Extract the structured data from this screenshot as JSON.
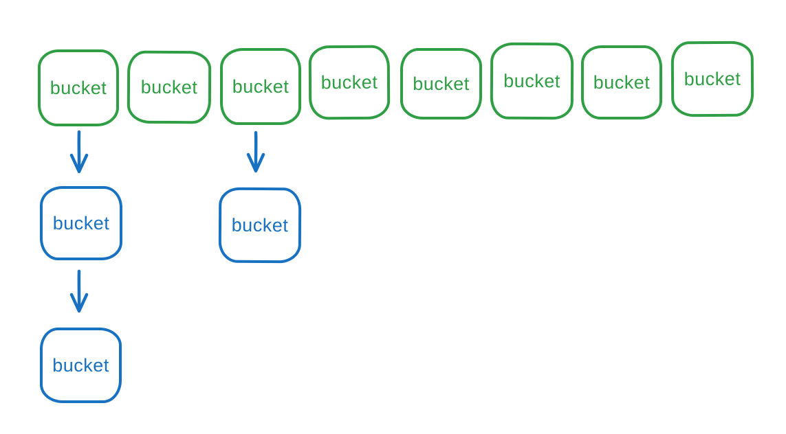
{
  "canvas": {
    "background": "#ffffff"
  },
  "colors": {
    "green": "#2f9e44",
    "blue": "#1971c2"
  },
  "diagram": {
    "top_row": {
      "items": [
        {
          "label": "bucket"
        },
        {
          "label": "bucket"
        },
        {
          "label": "bucket"
        },
        {
          "label": "bucket"
        },
        {
          "label": "bucket"
        },
        {
          "label": "bucket"
        },
        {
          "label": "bucket"
        },
        {
          "label": "bucket"
        }
      ]
    },
    "chains": {
      "items": [
        {
          "label": "bucket",
          "under_top_row_index": 1,
          "level": 2
        },
        {
          "label": "bucket",
          "under_top_row_index": 3,
          "level": 2
        },
        {
          "label": "bucket",
          "under_top_row_index": 1,
          "level": 3
        }
      ]
    },
    "arrows": [
      {
        "from": "top-row-bucket-1",
        "to": "chain-bucket-1",
        "direction": "down"
      },
      {
        "from": "top-row-bucket-3",
        "to": "chain-bucket-2",
        "direction": "down"
      },
      {
        "from": "chain-bucket-1",
        "to": "chain-bucket-3",
        "direction": "down"
      }
    ]
  }
}
